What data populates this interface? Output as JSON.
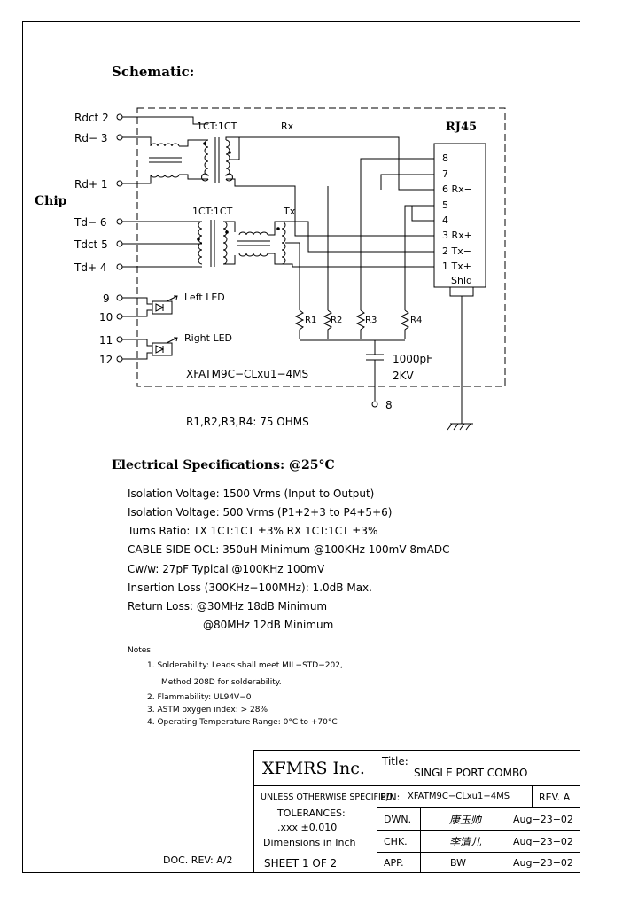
{
  "schematic": {
    "heading": "Schematic:",
    "chip_label": "Chip",
    "rj45_label": "RJ45",
    "chip_pins": [
      {
        "label": "Rdct",
        "num": "2"
      },
      {
        "label": "Rd−",
        "num": "3"
      },
      {
        "label": "Rd+",
        "num": "1"
      },
      {
        "label": "Td−",
        "num": "6"
      },
      {
        "label": "Tdct",
        "num": "5"
      },
      {
        "label": "Td+",
        "num": "4"
      }
    ],
    "led_pins": [
      "9",
      "10",
      "11",
      "12"
    ],
    "led_labels": [
      "Left LED",
      "Right LED"
    ],
    "rx_ratio": "1CT:1CT",
    "rx_label": "Rx",
    "tx_ratio": "1CT:1CT",
    "tx_label": "Tx",
    "rj45_pins": [
      {
        "num": "8",
        "name": ""
      },
      {
        "num": "7",
        "name": ""
      },
      {
        "num": "6",
        "name": "Rx−"
      },
      {
        "num": "5",
        "name": ""
      },
      {
        "num": "4",
        "name": ""
      },
      {
        "num": "3",
        "name": "Rx+"
      },
      {
        "num": "2",
        "name": "Tx−"
      },
      {
        "num": "1",
        "name": "Tx+"
      }
    ],
    "shield_label": "Shld",
    "resistors": [
      "R1",
      "R2",
      "R3",
      "R4"
    ],
    "cap_value": "1000pF",
    "cap_voltage": "2KV",
    "ground_pin": "8",
    "part_label": "XFATM9C−CLxu1−4MS",
    "resistor_note": "R1,R2,R3,R4: 75 OHMS"
  },
  "electrical": {
    "heading": "Electrical   Specifications: @25°C",
    "lines": [
      "Isolation Voltage:  1500 Vrms (Input to Output)",
      "Isolation Voltage:  500 Vrms (P1+2+3 to P4+5+6)",
      "Turns Ratio: TX 1CT:1CT ±3% RX 1CT:1CT ±3%",
      "CABLE SIDE OCL: 350uH Minimum @100KHz 100mV 8mADC",
      "Cw/w: 27pF Typical @100KHz 100mV",
      "Insertion Loss (300KHz−100MHz): 1.0dB Max.",
      "Return Loss: @30MHz   18dB Minimum",
      "@80MHz   12dB Minimum"
    ]
  },
  "notes": {
    "heading": "Notes:",
    "items": [
      "1. Solderability: Leads shall meet MIL−STD−202,",
      "Method 208D for solderability.",
      "2. Flammability: UL94V−0",
      "3. ASTM oxygen index: > 28%",
      "4. Operating Temperature Range: 0°C to +70°C"
    ]
  },
  "doc_rev": "DOC. REV: A/2",
  "title_block": {
    "company": "XFMRS Inc.",
    "title_label": "Title:",
    "title": "SINGLE PORT COMBO",
    "unless": "UNLESS OTHERWISE SPECIFIED",
    "tolerances": "TOLERANCES:",
    "tolerance_value": ".xxx ±0.010",
    "dimensions": "Dimensions in Inch",
    "sheet": "SHEET  1  OF  2",
    "pn_label": "P/N:",
    "pn": "XFATM9C−CLxu1−4MS",
    "rev": "REV. A",
    "dwn_label": "DWN.",
    "dwn_sig": "康玉帅",
    "dwn_date": "Aug−23−02",
    "chk_label": "CHK.",
    "chk_sig": "李清儿",
    "chk_date": "Aug−23−02",
    "app_label": "APP.",
    "app_sig": "BW",
    "app_date": "Aug−23−02"
  }
}
